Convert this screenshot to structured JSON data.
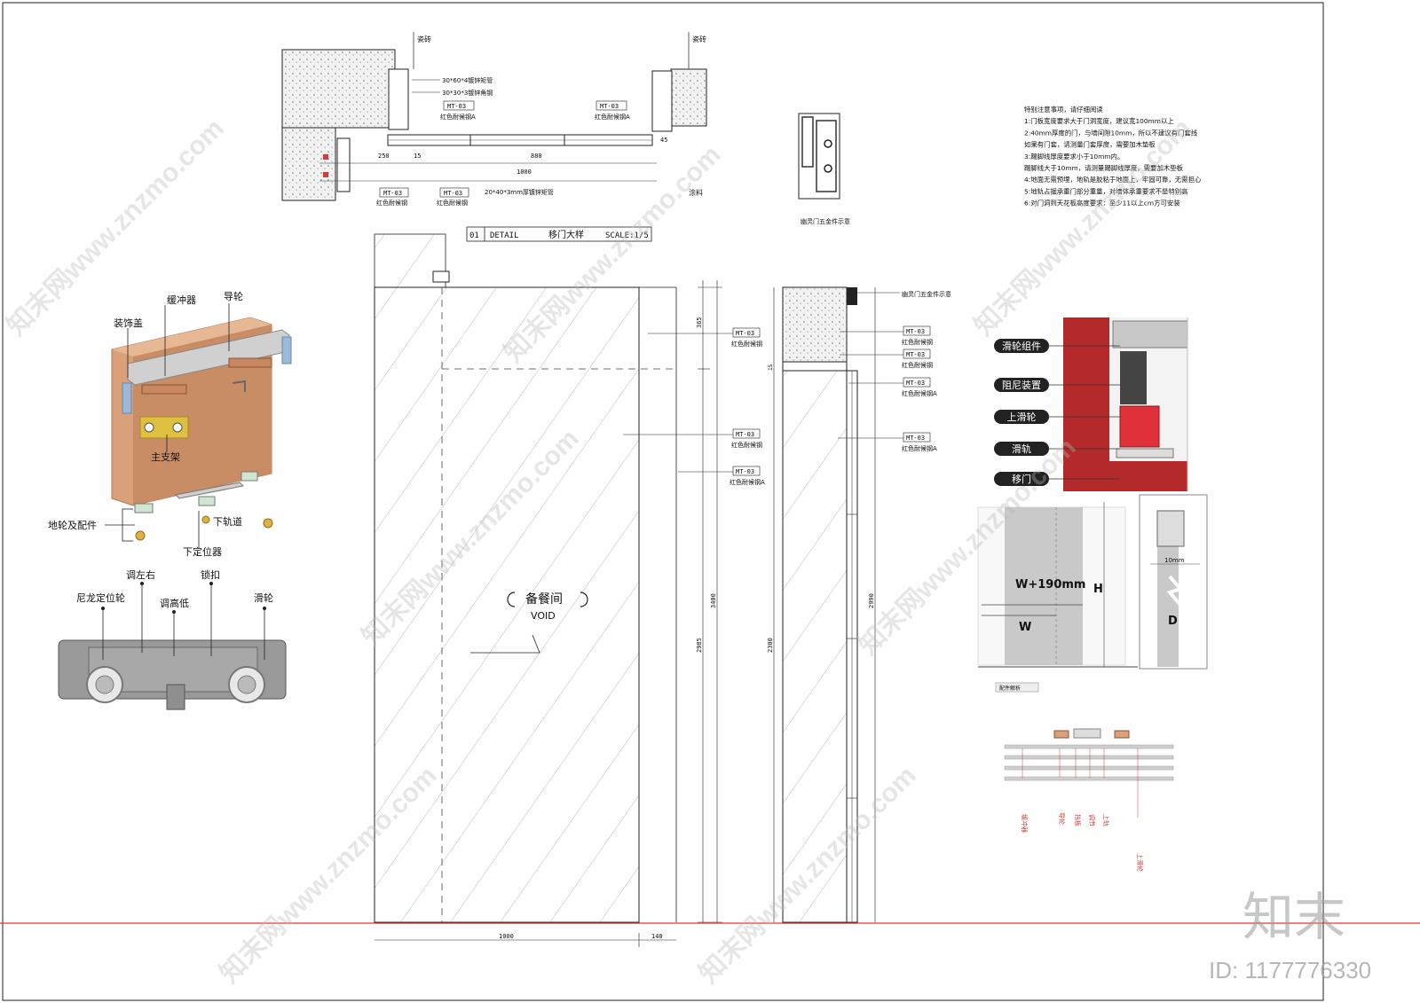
{
  "top_plan": {
    "wall_left": "瓷砖",
    "wall_right": "瓷砖",
    "note_a": "30*60*4镀锌矩管",
    "note_b": "30*30*3镀锌角钢",
    "tag_mt": "MT-03",
    "mt_desc": "红色耐候钢",
    "mt_desc_a": "红色耐候钢A",
    "note_c": "20*40*3mm厚镀锌矩管",
    "note_paint": "涂料",
    "dim_250": "250",
    "dim_880": "880",
    "dim_1000": "1000",
    "dim_15": "15",
    "dim_45": "45"
  },
  "title_block": {
    "num": "01",
    "word": "DETAIL",
    "name": "移门大样",
    "scale": "SCALE:1/5"
  },
  "hardware_section": {
    "caption": "幽灵门五金件示意"
  },
  "notes": {
    "lines": [
      "特别注意事项，请仔细阅读",
      "1:门板宽度要求大于门洞宽度，建议宽100mm以上",
      "2:40mm厚度的门，与墙间隙10mm，所以不建议有门套线",
      "如果有门套，请测量门套厚度，需要加木垫板",
      "3:踢脚线厚度要求小于10mm内。",
      "踢脚线大于10mm，请测量踢脚线厚度，需要加木垫板",
      "4:地面无需预埋，地轨是胶粘于地面上，牢固可靠，无需担心",
      "5:地轨占据承重门部分重量，对墙体承重要求不是特别高",
      "6:对门洞到天花板高度要求：至少11以上cm方可安装"
    ]
  },
  "kit_diagram": {
    "labels": {
      "cover": "装饰盖",
      "buffer": "缓冲器",
      "guide": "导轮",
      "bracket": "主支架",
      "floor": "地轮及配件",
      "bottom_track": "下轨道",
      "bottom_stop": "下定位器"
    }
  },
  "roller_diagram": {
    "labels": {
      "nylon": "尼龙定位轮",
      "lr": "调左右",
      "height": "调高低",
      "lock": "锁扣",
      "pulley": "滑轮"
    }
  },
  "elevation": {
    "room": "备餐间",
    "void": "VOID",
    "dim_width": "1000",
    "dim_side": "140",
    "dim_h1": "365",
    "dim_h2": "3400",
    "dim_h3": "2985",
    "tag": "MT-03",
    "desc": "红色耐候钢",
    "desc_a": "红色耐候钢A"
  },
  "side_section": {
    "caption": "幽灵门五金件示意",
    "dim_main": "2990",
    "dim_sec": "2300",
    "dim_small": "15"
  },
  "render_labels": [
    "滑轮组件",
    "阻尼装置",
    "上滑轮",
    "滑轨",
    "移门"
  ],
  "size_diagram": {
    "wlabel": "W+190mm",
    "w": "W",
    "h": "H",
    "d": "D",
    "gap": "10mm"
  },
  "parts_panel": {
    "title": "配件解析",
    "labels": [
      "缓冲器",
      "导轮",
      "挡板",
      "调节",
      "上轨",
      "上滑轮"
    ]
  },
  "watermark": {
    "brand": "知末",
    "site": "知末网www.znzmo.com",
    "id": "ID: 1177776330"
  },
  "colors": {
    "corten": "#b42a2a",
    "redline": "#d83a3a",
    "wood": "#d9a07a"
  }
}
